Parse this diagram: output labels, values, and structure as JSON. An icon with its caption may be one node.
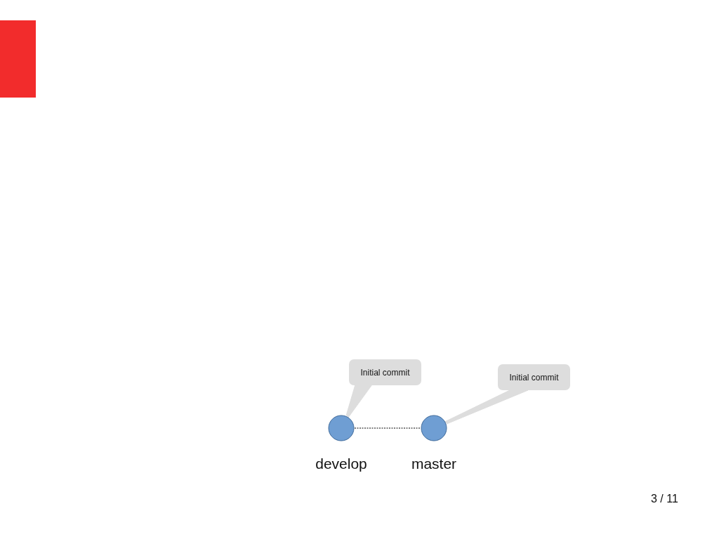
{
  "diagram": {
    "nodes": [
      {
        "text": [
          "Initial commit"
        ]
      },
      {
        "text": [
          "Initial commit"
        ]
      },
      {
        "text": [],
        "shape": "circle",
        "beside": [
          "develop"
        ]
      },
      {
        "text": [],
        "shape": "circle",
        "beside": [
          "master"
        ]
      }
    ],
    "edges": [
      {
        "from": 2,
        "to": 3,
        "arrow": "none",
        "style": "dashed"
      },
      {
        "from": 0,
        "to": 2,
        "arrow": "none",
        "style": "thick",
        "color": "#dddddd"
      },
      {
        "from": 1,
        "to": 3,
        "arrow": "none",
        "style": "thick",
        "color": "#dddddd"
      }
    ],
    "labels": [
      "3 / 11"
    ]
  }
}
